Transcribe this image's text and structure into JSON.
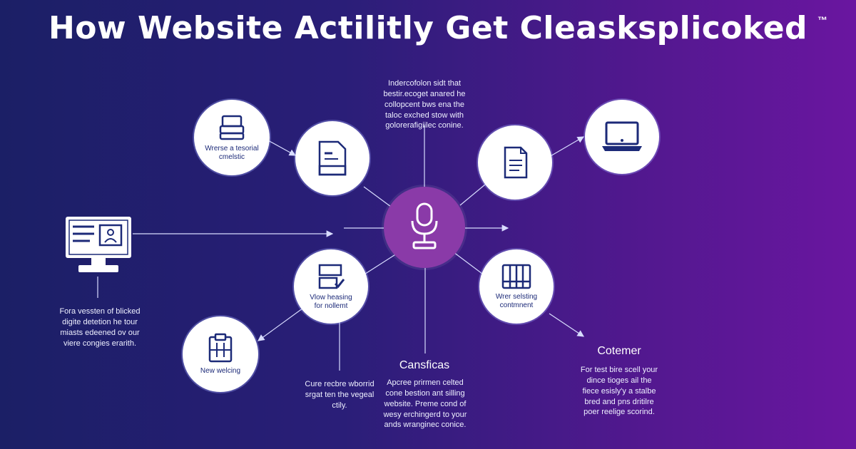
{
  "title": "How Website Actilitly Get Cleasksplicoked",
  "trademark": "™",
  "icons": {
    "hub": "microphone-icon",
    "n1": "stack-icon",
    "n2": "file-card-icon",
    "n3": "document-icon",
    "n4": "laptop-icon",
    "n5": "monitor-profile-icon",
    "n6": "checklist-icon",
    "n7": "server-rack-icon",
    "n8": "clipboard-icon"
  },
  "nodes": {
    "n1_label": "Wrerse a tesorial\ncmelstic",
    "n6_label": "Vlow heasing\nfor nollemt",
    "n7_label": "Wrer selsting\ncontmnent",
    "n8_label": "New welcing"
  },
  "texts": {
    "top": "Indercofolon sidt that\nbestir.ecoget anared he\ncollopcent bws ena the\ntaloc exched stow with\ngolorerafigiilec conine.",
    "left": "Fora vessten of blicked\ndigite detetion he tour\nmiasts edeened ov our\nviere congies erarith.",
    "bottom_left": "Cure recbre wborrid\nsrgat ten the vegeal\nctily.",
    "bottom_center_head": "Cansficas",
    "bottom_center": "Apcree prirmen celted\ncone bestion ant silling\nwebsite. Preme cond of\nwesy erchingerd to your\nands wranginec conice.",
    "right_head": "Cotemer",
    "right": "For test bire scell your\ndince tioges ail the\nfiece esisly'y a stalbe\nbred and pns dritilre\npoer reelige scorind."
  },
  "colors": {
    "node_fill": "#ffffff",
    "node_icon": "#1c2a78",
    "hub_fill": "#8a3aa8",
    "wire": "#d8dcff"
  }
}
